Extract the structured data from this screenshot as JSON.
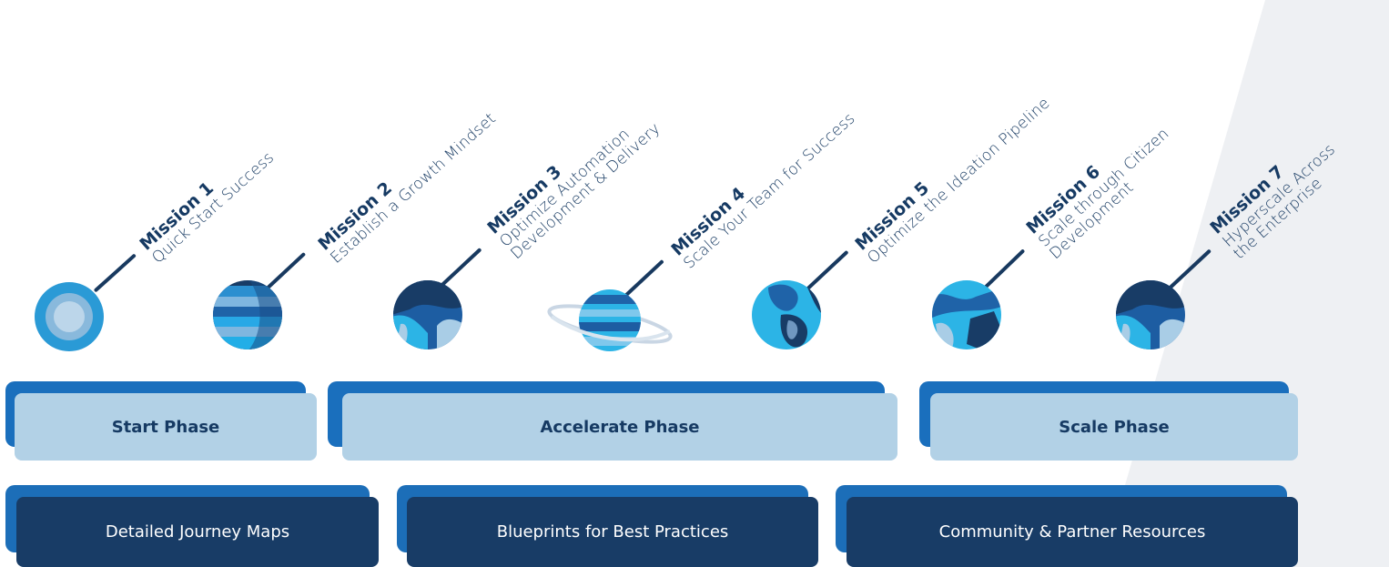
{
  "missions": [
    {
      "number": "Mission 1",
      "lines": [
        "Quick Start Success"
      ]
    },
    {
      "number": "Mission 2",
      "lines": [
        "Establish a Growth Mindset"
      ]
    },
    {
      "number": "Mission 3",
      "lines": [
        "Optimize Automation",
        "Development & Delivery"
      ]
    },
    {
      "number": "Mission 4",
      "lines": [
        "Scale Your Team for  Success"
      ]
    },
    {
      "number": "Mission 5",
      "lines": [
        "Optimize the Ideation Pipeline"
      ]
    },
    {
      "number": "Mission 6",
      "lines": [
        "Scale through Citizen",
        "Development"
      ]
    },
    {
      "number": "Mission 7",
      "lines": [
        "Hyperscale Across",
        "the Enterprise"
      ]
    }
  ],
  "phases": [
    {
      "label": "Start Phase"
    },
    {
      "label": "Accelerate Phase"
    },
    {
      "label": "Scale Phase"
    }
  ],
  "resources": [
    {
      "label": "Detailed Journey Maps"
    },
    {
      "label": "Blueprints for Best Practices"
    },
    {
      "label": "Community & Partner Resources"
    }
  ],
  "colors": {
    "navy": "#183c66",
    "blue": "#1a6fbd",
    "light_blue": "#b2d1e6",
    "sky": "#2fb6e8",
    "background_wedge": "#eef0f3"
  }
}
